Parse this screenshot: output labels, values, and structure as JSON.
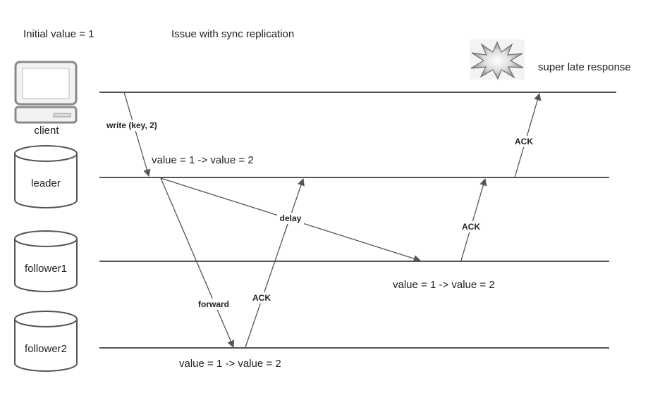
{
  "header": {
    "initial_value": "Initial value = 1",
    "title": "Issue with sync replication"
  },
  "burst": {
    "icon": "explosion-icon",
    "label": "super late response"
  },
  "nodes": {
    "client": "client",
    "leader": "leader",
    "follower1": "follower1",
    "follower2": "follower2"
  },
  "messages": {
    "write": "write (key, 2)",
    "delay": "delay",
    "forward": "forward",
    "ack_f2": "ACK",
    "ack_f1": "ACK",
    "ack_leader": "ACK"
  },
  "states": {
    "leader": "value = 1 -> value = 2",
    "follower1": "value = 1 -> value = 2",
    "follower2": "value = 1 -> value = 2"
  },
  "colors": {
    "line": "#555555",
    "node_outline": "#555555",
    "client_fill": "#f2f2f2",
    "client_stroke": "#8a8a8a"
  }
}
